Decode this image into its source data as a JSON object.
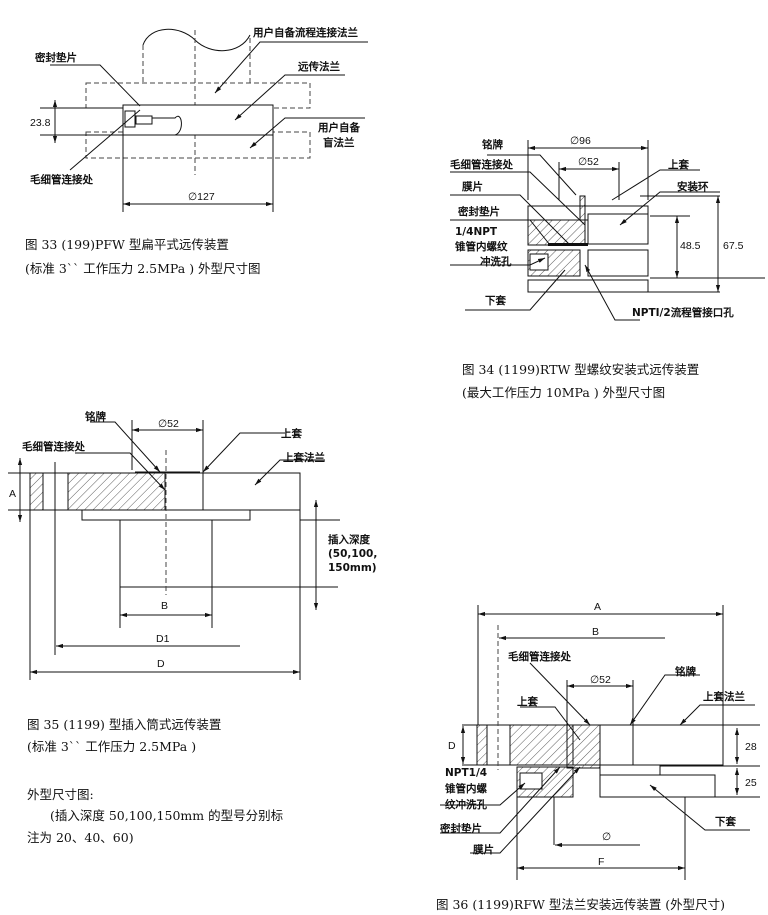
{
  "fig33": {
    "labels": {
      "user_flange": "用户自备流程连接法兰",
      "gasket": "密封垫片",
      "remote_flange": "远传法兰",
      "user_blind_1": "用户自备",
      "user_blind_2": "盲法兰",
      "capillary": "毛细管连接处"
    },
    "dims": {
      "thickness": "23.8",
      "diameter": "∅127"
    },
    "caption": [
      "图 33  (199)PFW  型扁平式远传装置",
      "(标准 3``  工作压力 2.5MPa ) 外型尺寸图"
    ]
  },
  "fig34": {
    "labels": {
      "nameplate": "铭牌",
      "capillary": "毛细管连接处",
      "diaphragm": "膜片",
      "gasket": "密封垫片",
      "npt_1": "1/4NPT",
      "npt_2": "锥管内螺纹",
      "npt_3": "冲洗孔",
      "lower": "下套",
      "upper": "上套",
      "ring": "安装环",
      "process_port": "NPTI/2流程管接口孔"
    },
    "dims": {
      "d96": "∅96",
      "d52": "∅52",
      "h1": "48.5",
      "h2": "67.5"
    },
    "caption": [
      "图 34 (1199)RTW  型螺纹安装式远传装置",
      "(最大工作压力 10MPa ) 外型尺寸图"
    ]
  },
  "fig35": {
    "labels": {
      "nameplate": "铭牌",
      "capillary": "毛细管连接处",
      "upper": "上套",
      "upper_flange": "上套法兰",
      "depth_1": "插入深度",
      "depth_2": "(50,100,",
      "depth_3": "150mm)"
    },
    "dims": {
      "d52": "∅52",
      "A": "A",
      "B": "B",
      "D1": "D1",
      "D": "D"
    },
    "caption": [
      "图 35 (1199)   型插入筒式远传装置",
      "(标准 3``  工作压力 2.5MPa )"
    ],
    "note": [
      "外型尺寸图:",
      "(插入深度 50,100,150mm 的型号分别标",
      "注为 20、40、60)"
    ]
  },
  "fig36": {
    "labels": {
      "capillary": "毛细管连接处",
      "nameplate": "铭牌",
      "upper": "上套",
      "upper_flange": "上套法兰",
      "npt_1": "NPT1/4",
      "npt_2": "锥管内螺",
      "npt_3": "纹冲洗孔",
      "gasket": "密封垫片",
      "diaphragm": "膜片",
      "lower": "下套"
    },
    "dims": {
      "A": "A",
      "B": "B",
      "d52": "∅52",
      "D": "D",
      "h28": "28",
      "h25": "25",
      "phi": "∅",
      "F": "F"
    },
    "caption": "图 36 (1199)RFW 型法兰安装远传装置 (外型尺寸)"
  }
}
